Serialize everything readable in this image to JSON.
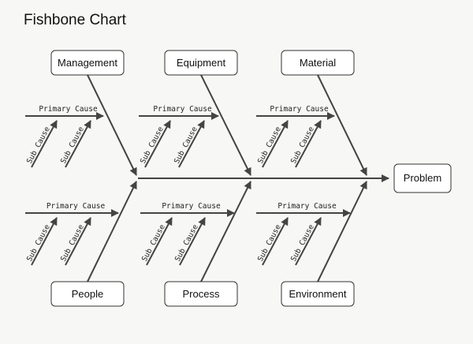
{
  "title": "Fishbone Chart",
  "effect": "Problem",
  "categories": [
    {
      "id": "management",
      "label": "Management",
      "position": "top",
      "primary_cause": "Primary Cause",
      "sub_causes": [
        "Sub Cause",
        "Sub Cause"
      ]
    },
    {
      "id": "equipment",
      "label": "Equipment",
      "position": "top",
      "primary_cause": "Primary Cause",
      "sub_causes": [
        "Sub Cause",
        "Sub Cause"
      ]
    },
    {
      "id": "material",
      "label": "Material",
      "position": "top",
      "primary_cause": "Primary Cause",
      "sub_causes": [
        "Sub Cause",
        "Sub Cause"
      ]
    },
    {
      "id": "people",
      "label": "People",
      "position": "bottom",
      "primary_cause": "Primary Cause",
      "sub_causes": [
        "Sub Cause",
        "Sub Cause"
      ]
    },
    {
      "id": "process",
      "label": "Process",
      "position": "bottom",
      "primary_cause": "Primary Cause",
      "sub_causes": [
        "Sub Cause",
        "Sub Cause"
      ]
    },
    {
      "id": "environment",
      "label": "Environment",
      "position": "bottom",
      "primary_cause": "Primary Cause",
      "sub_causes": [
        "Sub Cause",
        "Sub Cause"
      ]
    }
  ],
  "colors": {
    "line": "#444444",
    "box_fill": "#ffffff",
    "box_stroke": "#333333"
  }
}
